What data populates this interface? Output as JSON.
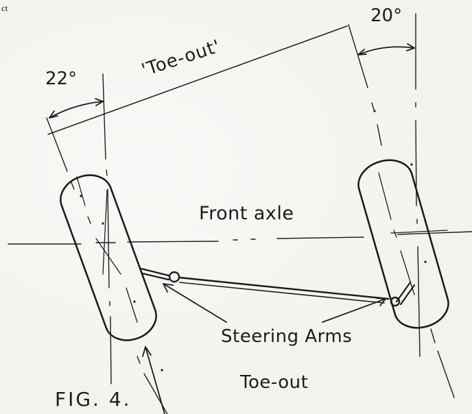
{
  "corner_text": "ct",
  "labels": {
    "left_angle": "22°",
    "right_angle": "20°",
    "toe_out_quoted": "'Toe-out'",
    "front_axle": "Front axle",
    "steering_arms": "Steering Arms",
    "toe_out": "Toe-out",
    "figure": "FIG. 4."
  }
}
